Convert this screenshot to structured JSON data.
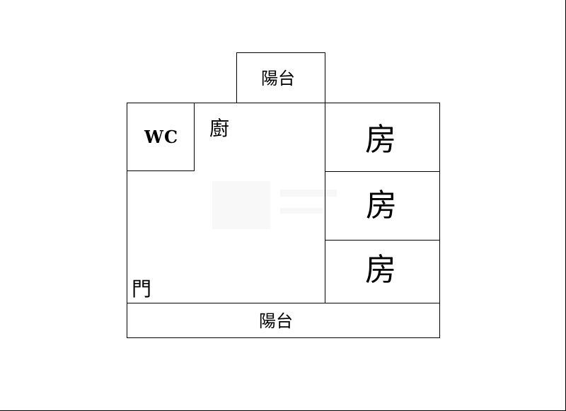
{
  "floor_plan": {
    "rooms": {
      "balcony_top": {
        "label": "陽台"
      },
      "wc": {
        "label": "WC"
      },
      "kitchen_living": {
        "label": "廚"
      },
      "bedroom_1": {
        "label": "房"
      },
      "bedroom_2": {
        "label": "房"
      },
      "bedroom_3": {
        "label": "房"
      },
      "balcony_bottom": {
        "label": "陽台"
      }
    },
    "door": {
      "label": "門"
    }
  },
  "colors": {
    "line": "#000000",
    "background": "#ffffff"
  }
}
